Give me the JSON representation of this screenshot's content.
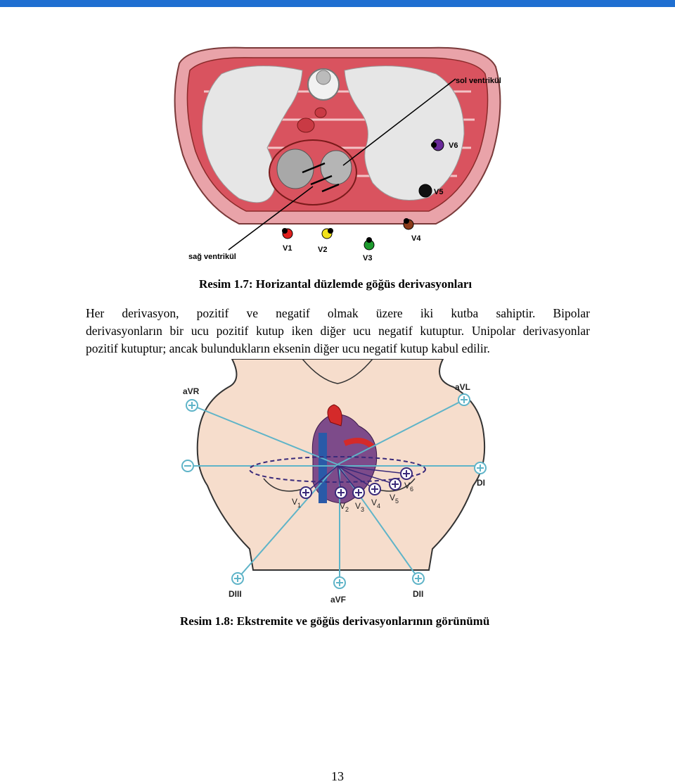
{
  "figure1": {
    "caption": "Resim 1.7: Horizantal düzlemde göğüs derivasyonları",
    "labels": {
      "left_ventricle": "sol ventrikül",
      "right_ventricle": "sağ ventrikül",
      "V1": "V1",
      "V2": "V2",
      "V3": "V3",
      "V4": "V4",
      "V5": "V5",
      "V6": "V6"
    },
    "electrode_colors": {
      "V1": "#e0201e",
      "V2": "#f2e21a",
      "V3": "#1e9b2e",
      "V4": "#8b3a1a",
      "V5": "#111111",
      "V6": "#6a2a9a"
    }
  },
  "paragraph": {
    "lines": [
      "Her derivasyon, pozitif ve negatif olmak üzere iki kutba sahiptir. Bipolar",
      "derivasyonların bir ucu pozitif kutup iken diğer ucu negatif kutuptur. Unipolar derivasyonlar",
      "pozitif kutuptur; ancak bulundukların eksenin diğer ucu negatif kutup kabul edilir."
    ]
  },
  "figure2": {
    "caption": "Resim 1.8: Ekstremite ve göğüs derivasyonlarının görünümü",
    "labels": {
      "aVR": "aVR",
      "aVL": "aVL",
      "DI": "DI",
      "DII": "DII",
      "DIII": "DIII",
      "aVF": "aVF",
      "V1": "V",
      "V2": "V",
      "V3": "V",
      "V4": "V",
      "V5": "V",
      "V6": "V",
      "sub1": "1",
      "sub2": "2",
      "sub3": "3",
      "sub4": "4",
      "sub5": "5",
      "sub6": "6"
    },
    "colors": {
      "skin": "#f6ddcc",
      "lead_line": "#5fb4c8",
      "chest_plane": "#3a2a7a"
    }
  },
  "page_number": "13"
}
